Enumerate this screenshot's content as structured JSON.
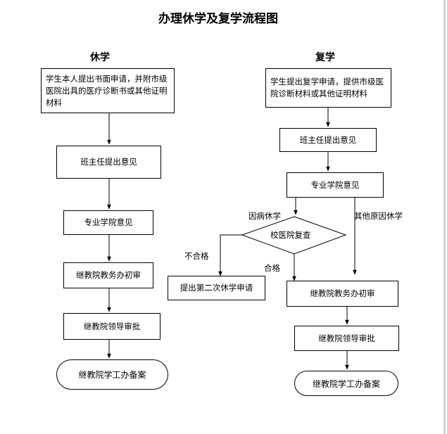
{
  "title": "办理休学及复学流程图",
  "suspension": {
    "heading": "休学",
    "steps": [
      "学生本人提出书面申请，并附市级医院出具的医疗诊断书或其他证明材料",
      "班主任提出意见",
      "专业学院意见",
      "继教院教务办初审",
      "继教院领导审批"
    ],
    "end": "继教院学工办备案"
  },
  "resumption": {
    "heading": "复学",
    "steps": [
      "学生提出复学申请，提供市级医院诊断材料或其他证明材料",
      "班主任提出意见",
      "专业学院意见"
    ],
    "branch_illness": "因病休学",
    "branch_other": "其他原因休学",
    "decision": "校医院复查",
    "fail_label": "不合格",
    "fail_action": "提出第二次休学申请",
    "pass_label": "合格",
    "steps_after": [
      "继教院教务办初审",
      "继教院领导审批"
    ],
    "end": "继教院学工办备案"
  }
}
